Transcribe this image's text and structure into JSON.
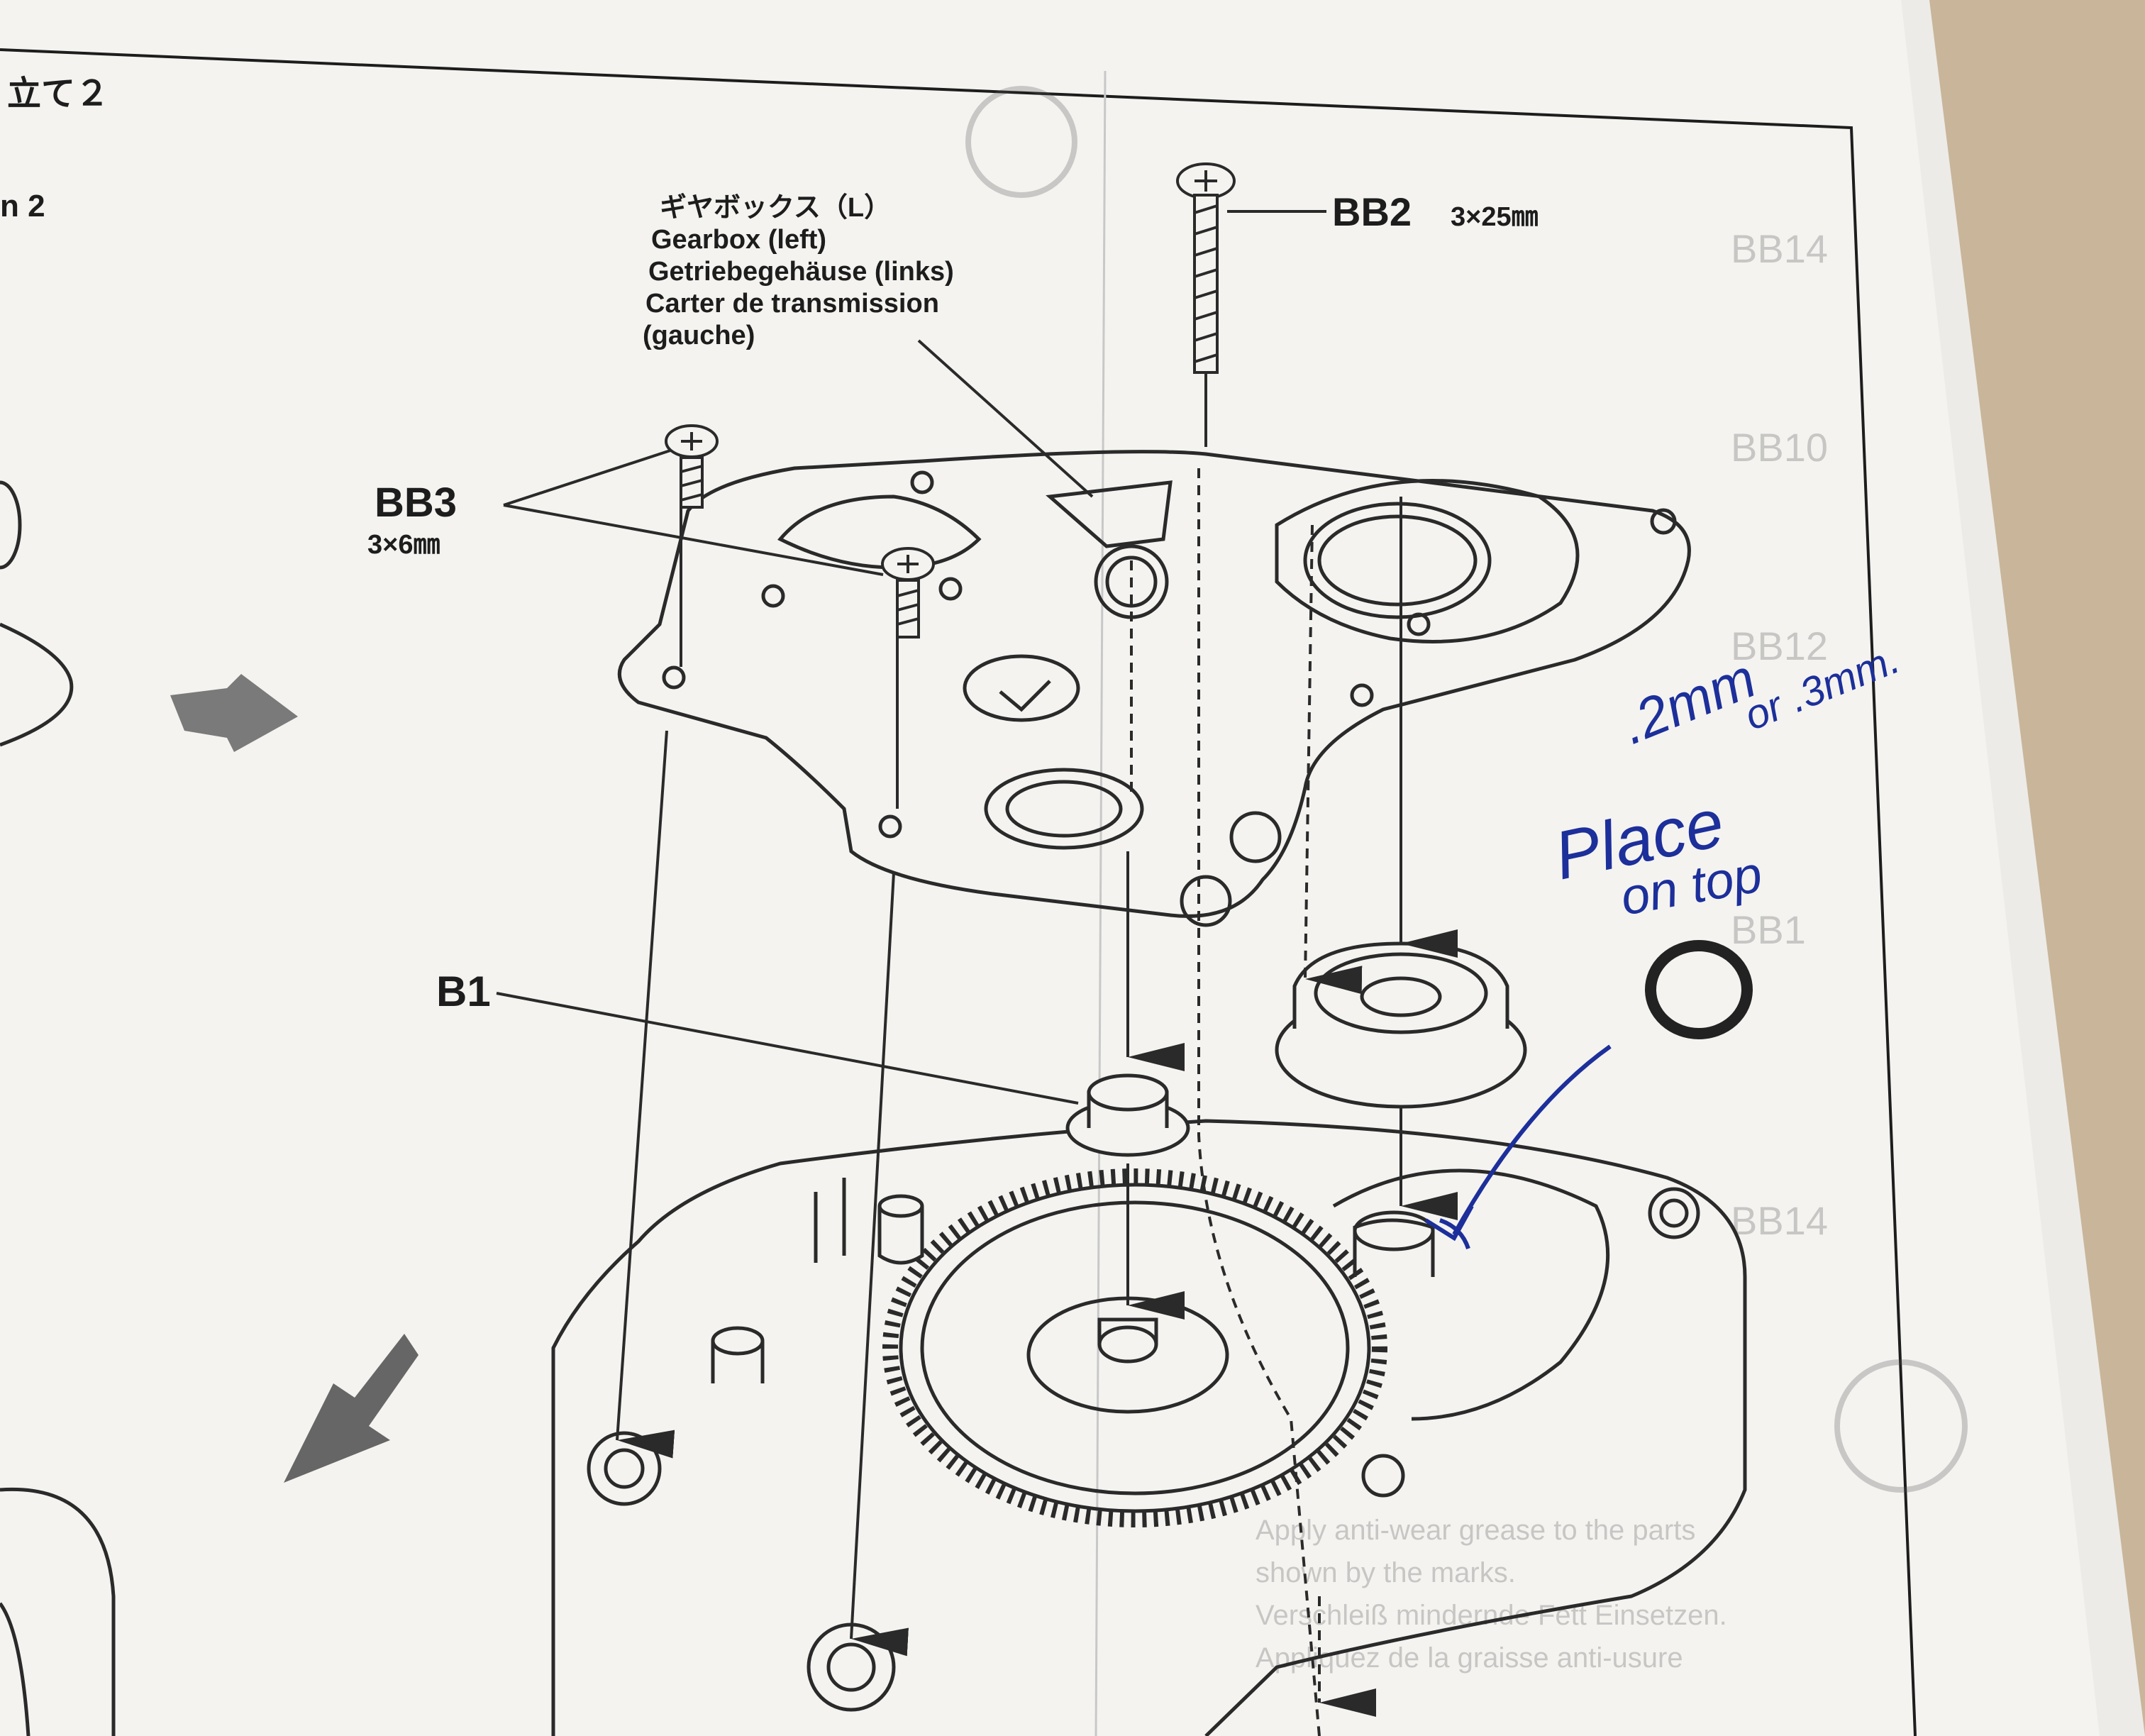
{
  "header": {
    "title_fragment": "立て２",
    "subtitle_fragment": "n 2"
  },
  "callouts": {
    "gearbox_label": {
      "lines": [
        "ギヤボックス（L）",
        "Gearbox (left)",
        "Getriebegehäuse (links)",
        "Carter de transmission",
        "(gauche)"
      ]
    },
    "bb2": {
      "code": "BB2",
      "size": "3×25㎜"
    },
    "bb3": {
      "code": "BB3",
      "size": "3×6㎜"
    },
    "b1": {
      "code": "B1"
    }
  },
  "handwritten_note": {
    "line1": ".2mm",
    "line2": "or .3mm.",
    "line3": "Place",
    "line4": "on top"
  },
  "background_text": {
    "right_col": [
      "Apply anti-wear grease to the parts",
      "shown by the marks.",
      "Verschleiß mindernde Fett Einsetzen.",
      "Appliquez de la graisse anti-usure"
    ],
    "codes": [
      "BB14",
      "BB10",
      "BB12",
      "BB1",
      "BB14"
    ]
  },
  "colors": {
    "paper": "#f4f3f0",
    "ink": "#2a2a2a",
    "pen": "#1c2f9a",
    "table": "#c9b59a"
  }
}
